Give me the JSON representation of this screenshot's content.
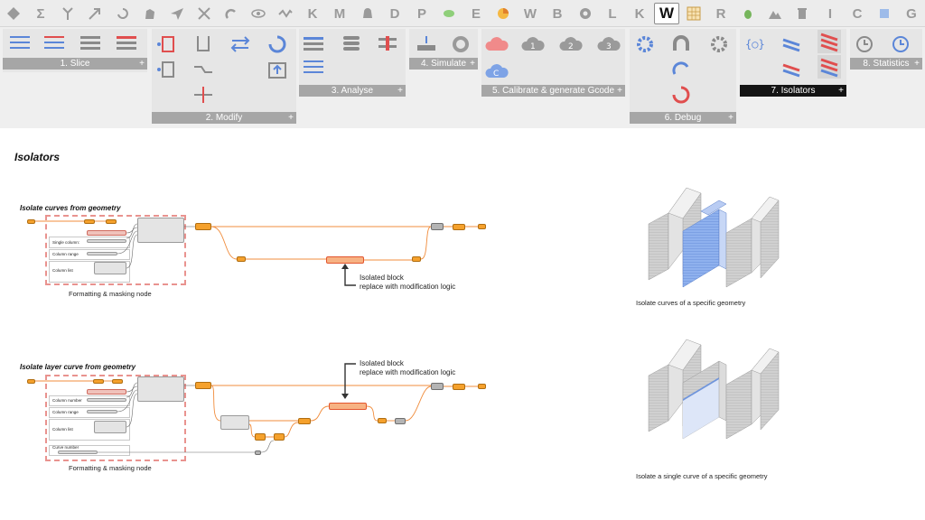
{
  "plugin_tabs": [
    {
      "name": "diamond-tab-icon",
      "kind": "icon"
    },
    {
      "name": "sigma-tab-icon",
      "kind": "text",
      "label": "Σ"
    },
    {
      "name": "branch-tab-icon",
      "kind": "icon"
    },
    {
      "name": "arrow-tab-icon",
      "kind": "icon"
    },
    {
      "name": "swirl-tab-icon",
      "kind": "icon"
    },
    {
      "name": "hand-tab-icon",
      "kind": "icon"
    },
    {
      "name": "paper-plane-tab-icon",
      "kind": "icon"
    },
    {
      "name": "cross-tab-icon",
      "kind": "icon"
    },
    {
      "name": "curl-tab-icon",
      "kind": "icon"
    },
    {
      "name": "eye-tab-icon",
      "kind": "icon"
    },
    {
      "name": "wave-tab-icon",
      "kind": "icon"
    },
    {
      "name": "k-tab-icon",
      "kind": "text",
      "label": "K"
    },
    {
      "name": "m-tab-icon",
      "kind": "text",
      "label": "M"
    },
    {
      "name": "bell-tab-icon",
      "kind": "icon"
    },
    {
      "name": "d-tab-icon",
      "kind": "text",
      "label": "D"
    },
    {
      "name": "p-tab-icon",
      "kind": "text",
      "label": "P"
    },
    {
      "name": "leaf-tab-icon",
      "kind": "icon"
    },
    {
      "name": "e-tab-icon",
      "kind": "text",
      "label": "E"
    },
    {
      "name": "pie-tab-icon",
      "kind": "icon"
    },
    {
      "name": "w-tab-icon",
      "kind": "text",
      "label": "W"
    },
    {
      "name": "b-tab-icon",
      "kind": "text",
      "label": "B"
    },
    {
      "name": "ball-tab-icon",
      "kind": "icon"
    },
    {
      "name": "l-tab-icon",
      "kind": "text",
      "label": "L"
    },
    {
      "name": "k2-tab-icon",
      "kind": "text",
      "label": "K"
    },
    {
      "name": "w-active-tab-icon",
      "kind": "text",
      "label": "W",
      "active": true
    },
    {
      "name": "grid-tab-icon",
      "kind": "icon"
    },
    {
      "name": "r-tab-icon",
      "kind": "text",
      "label": "R"
    },
    {
      "name": "bug-tab-icon",
      "kind": "icon"
    },
    {
      "name": "mountain-tab-icon",
      "kind": "icon"
    },
    {
      "name": "trash-tab-icon",
      "kind": "icon"
    },
    {
      "name": "i-tab-icon",
      "kind": "text",
      "label": "I"
    },
    {
      "name": "c-tab-icon",
      "kind": "text",
      "label": "C"
    },
    {
      "name": "square-tab-icon",
      "kind": "icon"
    },
    {
      "name": "g-tab-icon",
      "kind": "text",
      "label": "G"
    }
  ],
  "ribbon": {
    "panels": [
      {
        "name": "panel-slice",
        "label": "1. Slice"
      },
      {
        "name": "panel-modify",
        "label": "2. Modify"
      },
      {
        "name": "panel-analyse",
        "label": "3. Analyse"
      },
      {
        "name": "panel-simulate",
        "label": "4. Simulate"
      },
      {
        "name": "panel-calibrate",
        "label": "5. Calibrate & generate Gcode"
      },
      {
        "name": "panel-debug",
        "label": "6. Debug"
      },
      {
        "name": "panel-isolators",
        "label": "7. Isolators",
        "active": true
      },
      {
        "name": "panel-statistics",
        "label": "8. Statistics"
      }
    ],
    "plus": "+"
  },
  "section_title": "Isolators",
  "def1": {
    "title": "Isolate curves from geometry",
    "rows": [
      "Single column:",
      "Column range",
      "Column list"
    ],
    "caption": "Formatting & masking node",
    "note_line1": "Isolated block",
    "note_line2": "replace with modification logic",
    "preview_caption": "Isolate curves of a specific geometry"
  },
  "def2": {
    "title": "Isolate layer curve from geometry",
    "rows": [
      "Column number",
      "Column range",
      "Column list",
      "Curve number"
    ],
    "caption": "Formatting & masking node",
    "note_line1": "Isolated block",
    "note_line2": "replace with modification logic",
    "preview_caption": "Isolate a single curve of a specific geometry"
  },
  "colors": {
    "wire": "#f08c3c",
    "node_orange": "#f5a12c",
    "dash": "#e9938f",
    "highlight": "#7ea3e6",
    "active_panel": "#141414"
  }
}
